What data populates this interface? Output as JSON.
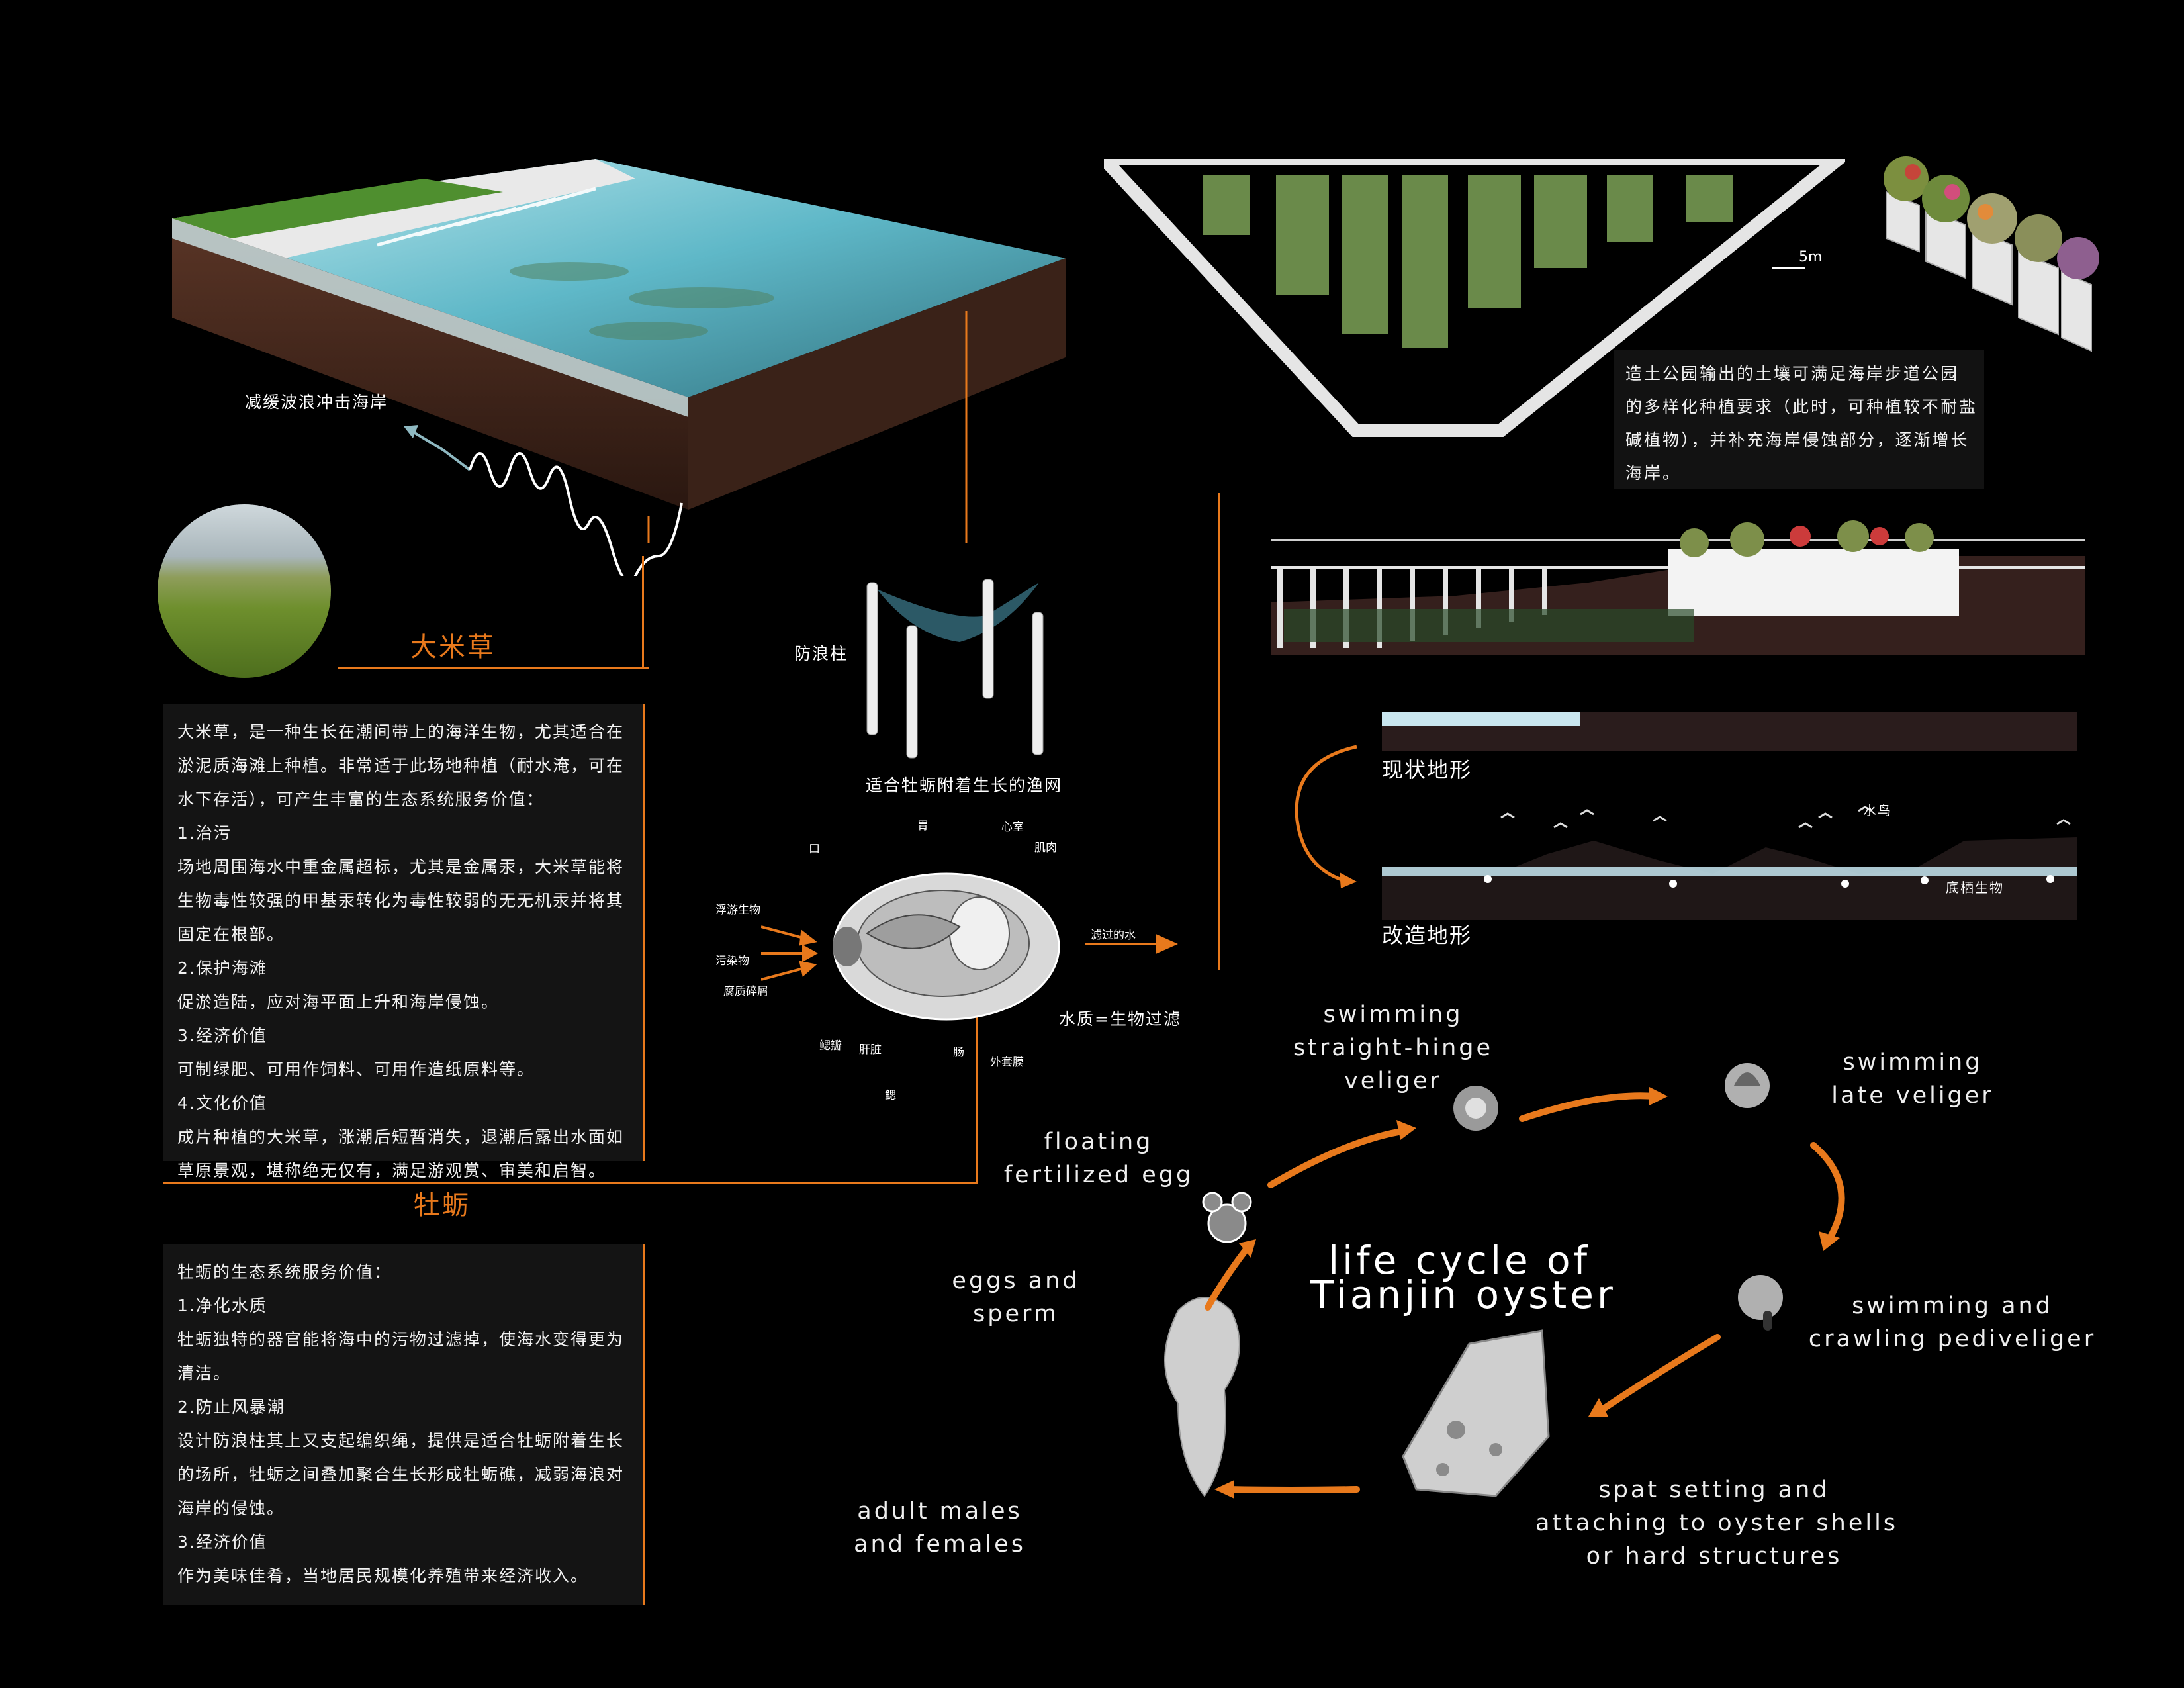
{
  "colors": {
    "background": "#000000",
    "accent": "#e8791c",
    "water": "#5fb8c8",
    "grass": "#4f8f2f",
    "soil": "#4a2a1e"
  },
  "icons": [
    "wave-icon",
    "cordgrass-photo",
    "oyster-anatomy",
    "breakwater-pillars",
    "planter-boxes",
    "boardwalk-section",
    "terrain-section",
    "oyster-stage-icons"
  ],
  "wave_label": "减缓波浪冲击海岸",
  "cordgrass": {
    "title": "大米草",
    "lines": [
      "大米草，是一种生长在潮间带上的海洋生物，尤其适合在",
      "淤泥质海滩上种植。非常适于此场地种植（耐水淹，可在",
      "水下存活），可产生丰富的生态系统服务价值：",
      "1.治污",
      "场地周围海水中重金属超标，尤其是金属汞，大米草能将",
      "生物毒性较强的甲基汞转化为毒性较弱的无无机汞并将其",
      "固定在根部。",
      "2.保护海滩",
      "促淤造陆，应对海平面上升和海岸侵蚀。",
      "3.经济价值",
      "可制绿肥、可用作饲料、可用作造纸原料等。",
      "4.文化价值",
      "成片种植的大米草，涨潮后短暂消失，退潮后露出水面如",
      "草原景观，堪称绝无仅有，满足游观赏、审美和启智。"
    ]
  },
  "oyster": {
    "title": "牡蛎",
    "lines": [
      "牡蛎的生态系统服务价值：",
      "1.净化水质",
      "牡蛎独特的器官能将海中的污物过滤掉，使海水变得更为",
      "清洁。",
      "2.防止风暴潮",
      "设计防浪柱其上又支起编织绳，提供是适合牡蛎附着生长",
      "的场所，牡蛎之间叠加聚合生长形成牡蛎礁，减弱海浪对",
      "海岸的侵蚀。",
      "3.经济价值",
      "作为美味佳肴，当地居民规模化养殖带来经济收入。"
    ]
  },
  "breakwater": {
    "pillar_label": "防浪柱",
    "net_label": "适合牡蛎附着生长的渔网"
  },
  "anatomy": {
    "labels": [
      "口",
      "胃",
      "心室",
      "肌肉",
      "浮游生物",
      "污染物",
      "腐质碎屑",
      "鳃瓣",
      "肝脏",
      "肠",
      "外套膜",
      "鳃"
    ],
    "filtered": "滤过的水",
    "caption": "水质=生物过滤"
  },
  "plan": {
    "scale": "5m"
  },
  "soil_text": [
    "造土公园输出的土壤可满足海岸步道公园",
    "的多样化种植要求（此时，可种植较不耐盐",
    "碱植物），并补充海岸侵蚀部分，逐渐增长",
    "海岸。"
  ],
  "terrain": {
    "existing": "现状地形",
    "modified": "改造地形",
    "birds": "水鸟",
    "benthic": "底栖生物"
  },
  "lifecycle": {
    "title": [
      "life cycle of",
      "Tianjin oyster"
    ],
    "stages": {
      "floating": [
        "floating",
        "fertilized egg"
      ],
      "straight": [
        "swimming",
        "straight-hinge",
        "veliger"
      ],
      "late": [
        "swimming",
        "late veliger"
      ],
      "pedi": [
        "swimming and",
        "crawling pediveliger"
      ],
      "spat": [
        "spat setting and",
        "attaching to oyster shells",
        "or hard structures"
      ],
      "adult": [
        "adult males",
        "and females"
      ],
      "eggs": [
        "eggs and",
        "sperm"
      ]
    }
  }
}
